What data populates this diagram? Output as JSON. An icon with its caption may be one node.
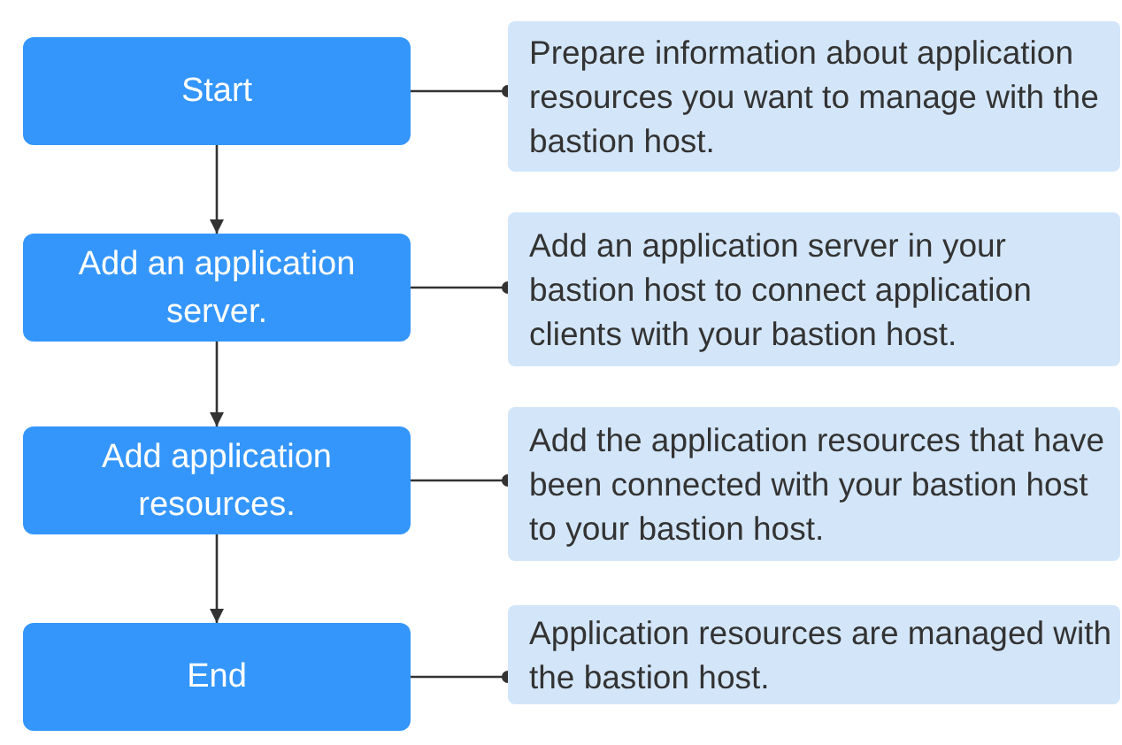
{
  "diagram": {
    "nodes": [
      {
        "text": [
          "Start"
        ]
      },
      {
        "text": [
          "Prepare information about application resources you want to manage with the bastion host."
        ]
      },
      {
        "text": [
          "Add an application server."
        ]
      },
      {
        "text": [
          "Add an application server in your bastion host to connect application clients with your bastion host."
        ]
      },
      {
        "text": [
          "Add application resources."
        ]
      },
      {
        "text": [
          "Add the application resources that have been connected with your bastion host to your bastion host."
        ]
      },
      {
        "text": [
          "End"
        ]
      },
      {
        "text": [
          "Application resources are managed with the bastion host."
        ]
      }
    ],
    "edges": [
      {
        "from": 0,
        "to": 2,
        "arrow": "to"
      },
      {
        "from": 2,
        "to": 4,
        "arrow": "to"
      },
      {
        "from": 4,
        "to": 6,
        "arrow": "to"
      },
      {
        "from": 0,
        "to": 1,
        "arrow": "other"
      },
      {
        "from": 2,
        "to": 3,
        "arrow": "other"
      },
      {
        "from": 4,
        "to": 5,
        "arrow": "other"
      },
      {
        "from": 6,
        "to": 7,
        "arrow": "other"
      }
    ]
  }
}
